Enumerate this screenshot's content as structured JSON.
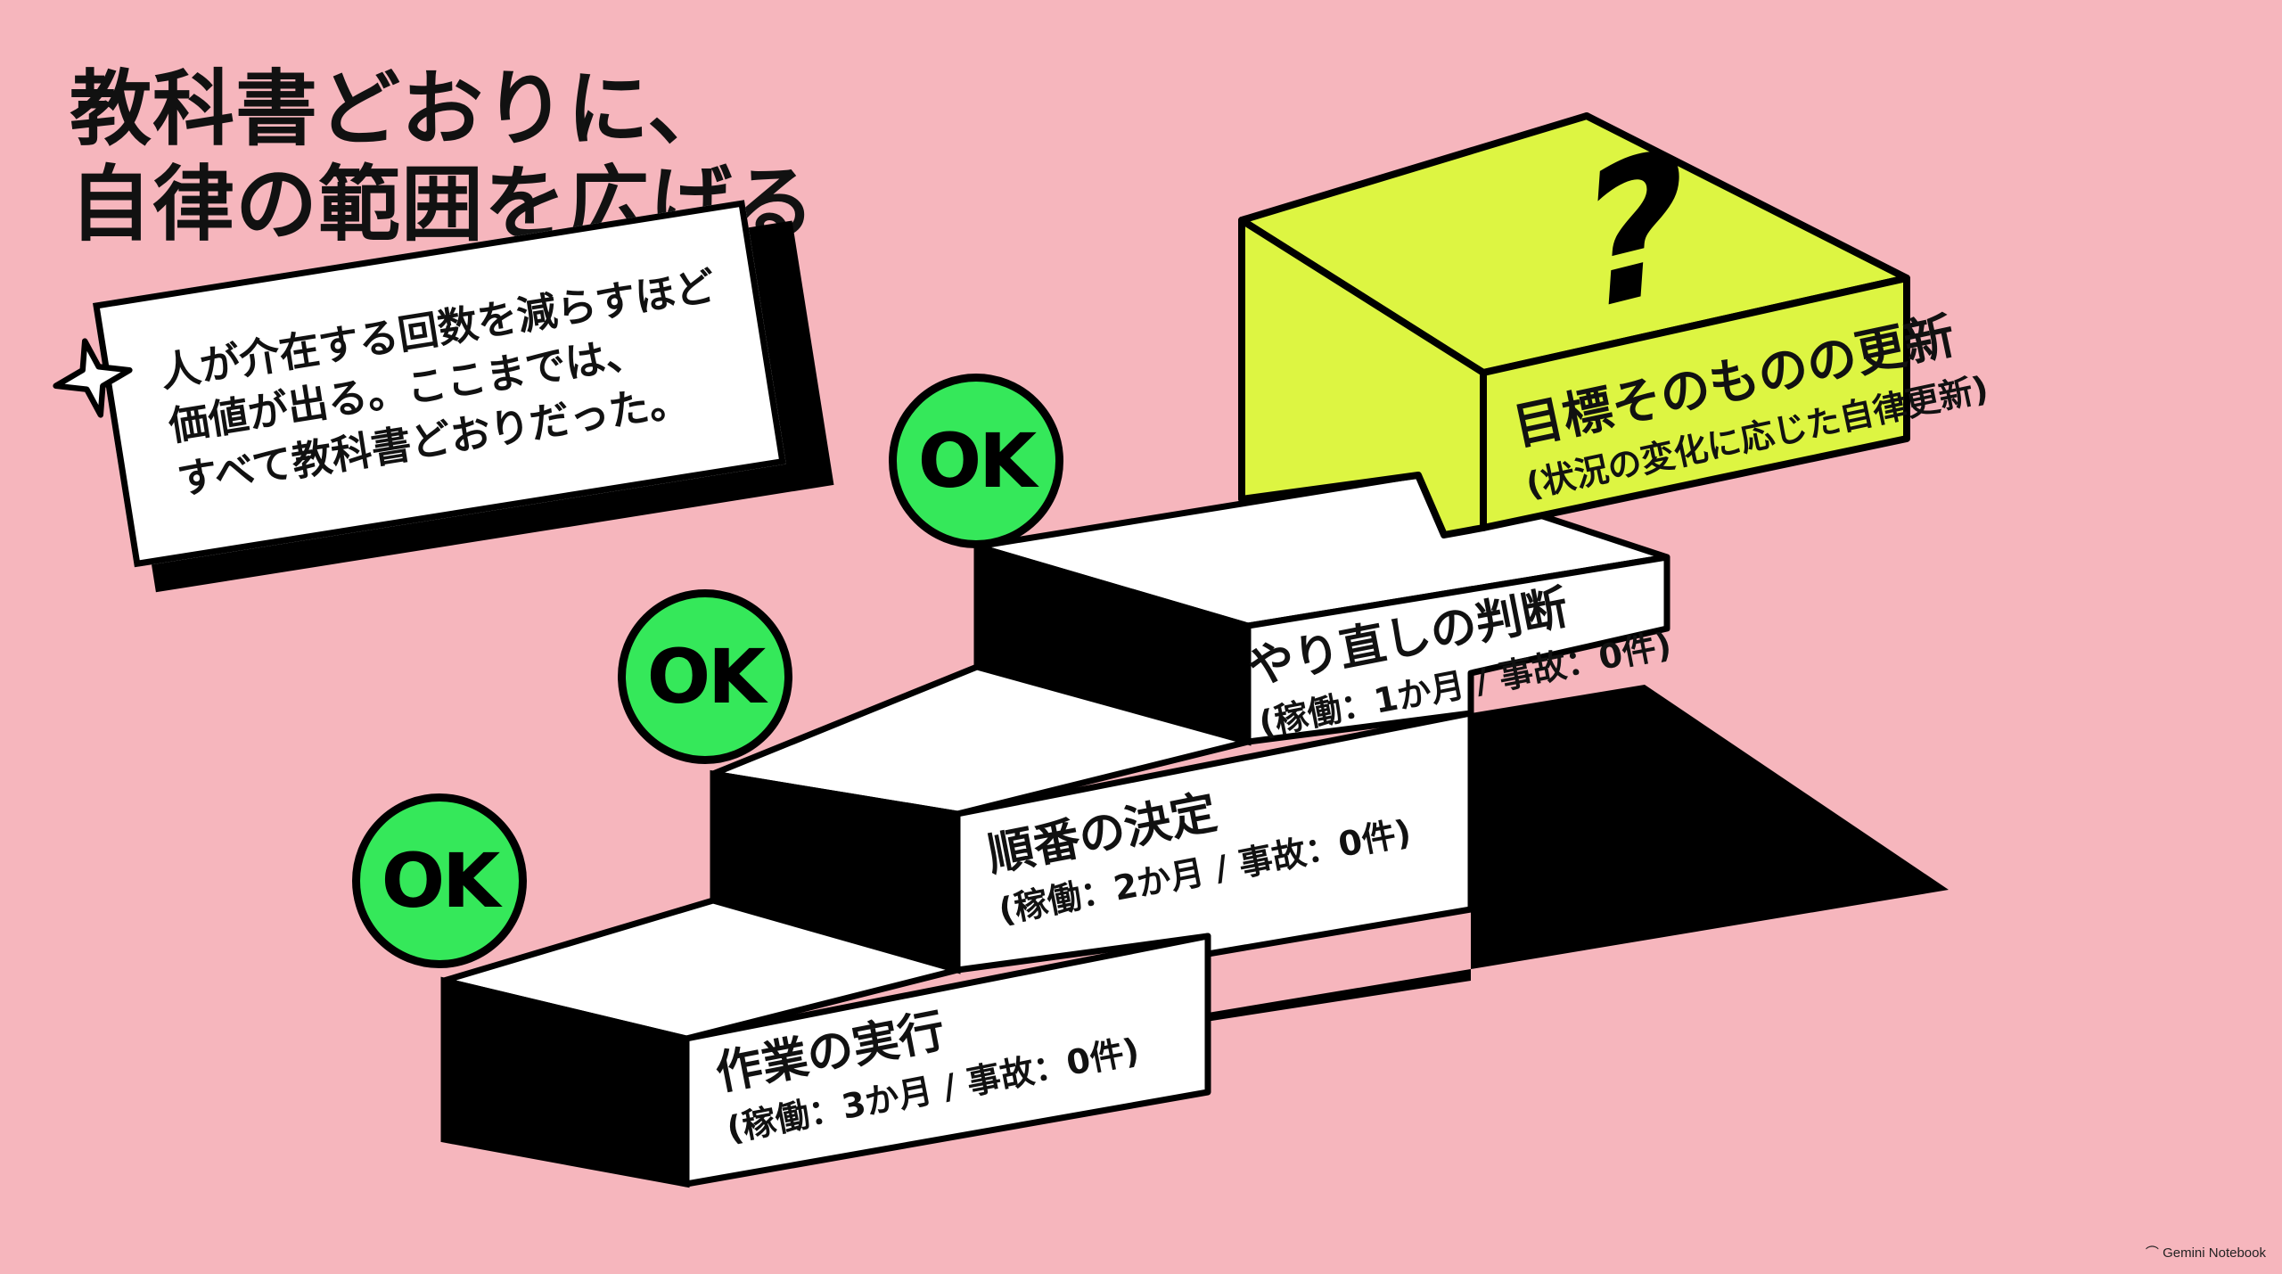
{
  "title": {
    "line1": "教科書どおりに、",
    "line2": "自律の範囲を広げる"
  },
  "callout": {
    "line1": "人が介在する回数を減らすほど",
    "line2": "価値が出る。ここまでは、",
    "line3": "すべて教科書どおりだった。",
    "icon": "sparkle-icon"
  },
  "steps": [
    {
      "label": "作業の実行",
      "sub": "(稼働：3か月 / 事故：0件)",
      "badge": "OK"
    },
    {
      "label": "順番の決定",
      "sub": "(稼働：2か月 / 事故：0件)",
      "badge": "OK"
    },
    {
      "label": "やり直しの判断",
      "sub": "(稼働：1か月 / 事故：0件)",
      "badge": "OK"
    }
  ],
  "goal": {
    "label": "目標そのものの更新",
    "sub": "(状況の変化に応じた自律更新)",
    "mark": "?",
    "color": "#ddf542"
  },
  "colors": {
    "background": "#f6b6bd",
    "ok_badge": "#35e85a",
    "stroke": "#000000"
  },
  "footer": {
    "text": "Gemini Notebook",
    "icon": "gemini-logo-icon"
  }
}
